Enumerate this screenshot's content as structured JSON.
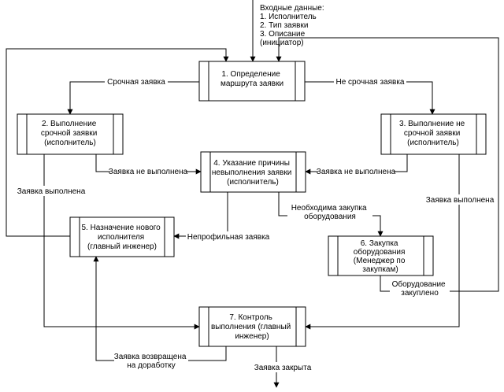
{
  "input_note": {
    "lines": [
      "Входные данные:",
      "1. Исполнитель",
      "2. Тип заявки",
      "3. Описание",
      "(инициатор)"
    ]
  },
  "nodes": {
    "n1": [
      "1. Определение",
      "маршрута заявки"
    ],
    "n2": [
      "2. Выполнение",
      "срочной заявки",
      "(исполнитель)"
    ],
    "n3": [
      "3. Выполнение не",
      "срочной заявки",
      "(исполнитель)"
    ],
    "n4": [
      "4. Указание причины",
      "невыполнения заявки",
      "(исполнитель)"
    ],
    "n5": [
      "5. Назначение нового",
      "исполнителя",
      "(главный инженер)"
    ],
    "n6": [
      "6. Закупка",
      "оборудования",
      "(Менеджер по",
      "закупкам)"
    ],
    "n7": [
      "7. Контроль",
      "выполнения (главный",
      "инженер)"
    ]
  },
  "edge_labels": {
    "urgent": "Срочная заявка",
    "not_urgent": "Не срочная заявка",
    "not_done_left": "Заявка не выполнена",
    "not_done_right": "Заявка не выполнена",
    "done_left": "Заявка выполнена",
    "done_right": "Заявка выполнена",
    "need_purchase": [
      "Необходима закупка",
      "оборудования"
    ],
    "non_profile": "Непрофильная заявка",
    "equipment_bought": [
      "Оборудование",
      "закуплено"
    ],
    "returned": [
      "Заявка возвращена",
      "на доработку"
    ],
    "closed": "Заявка закрыта"
  }
}
